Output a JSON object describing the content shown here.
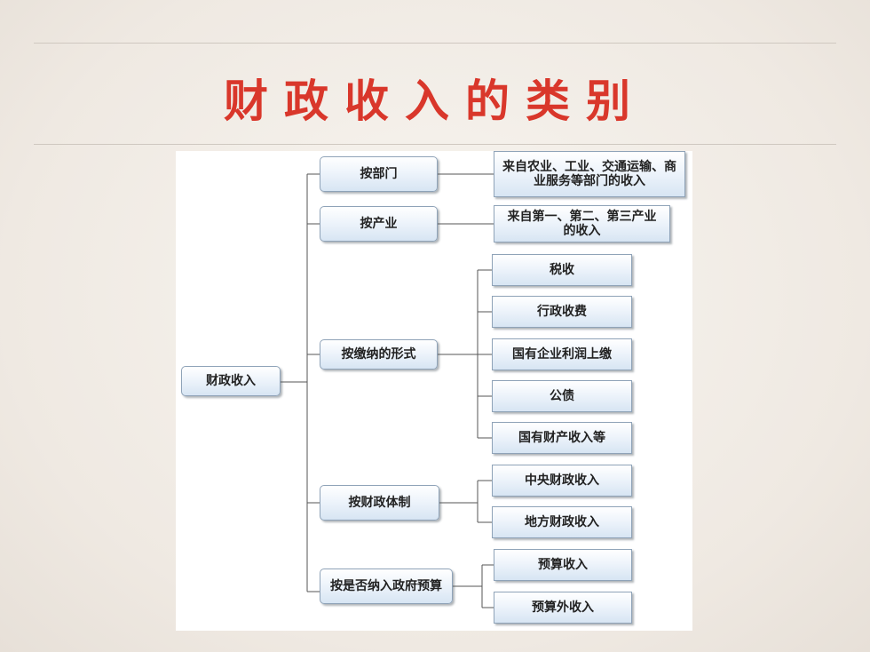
{
  "slide": {
    "title": "财政收入的类别"
  },
  "diagram": {
    "root": "财政收入",
    "categories": [
      {
        "label": "按部门",
        "children": [
          "来自农业、工业、交通运输、商业服务等部门的收入"
        ]
      },
      {
        "label": "按产业",
        "children": [
          "来自第一、第二、第三产业的收入"
        ]
      },
      {
        "label": "按缴纳的形式",
        "children": [
          "税收",
          "行政收费",
          "国有企业利润上缴",
          "公债",
          "国有财产收入等"
        ]
      },
      {
        "label": "按财政体制",
        "children": [
          "中央财政收入",
          "地方财政收入"
        ]
      },
      {
        "label": "按是否纳入政府预算",
        "children": [
          "预算收入",
          "预算外收入"
        ]
      }
    ]
  }
}
